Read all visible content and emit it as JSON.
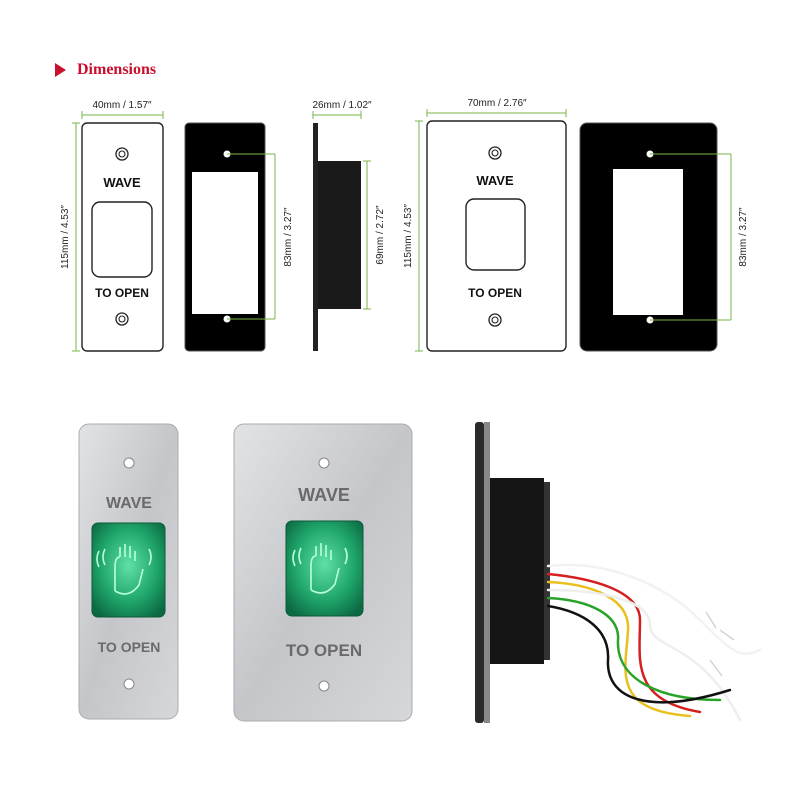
{
  "header": {
    "title": "Dimensions"
  },
  "colors": {
    "accent": "#c8102e",
    "dimension_line": "#7ab648",
    "glass_black": "#000000",
    "steel": "#c8c9cb",
    "sensor_green": "#1ea86a"
  },
  "drawings": {
    "narrow_front": {
      "width_label": "40mm / 1.57″",
      "height_label": "115mm / 4.53″",
      "top_text": "WAVE",
      "bottom_text": "TO OPEN"
    },
    "narrow_back": {
      "hole_spacing_label": "83mm / 3.27″"
    },
    "side": {
      "depth_label": "26mm / 1.02″",
      "body_height_label": "69mm / 2.72″"
    },
    "wide_front": {
      "width_label": "70mm / 2.76″",
      "height_label": "115mm / 4.53″",
      "top_text": "WAVE",
      "bottom_text": "TO OPEN"
    },
    "wide_back": {
      "hole_spacing_label": "83mm / 3.27″"
    }
  },
  "photos": {
    "narrow_switch": {
      "top_text": "WAVE",
      "bottom_text": "TO OPEN",
      "icon": "hand-wave-icon"
    },
    "wide_switch": {
      "top_text": "WAVE",
      "bottom_text": "TO OPEN",
      "icon": "hand-wave-icon"
    },
    "side_view": {
      "wires": [
        "red",
        "yellow",
        "white",
        "green",
        "black",
        "white"
      ]
    }
  }
}
